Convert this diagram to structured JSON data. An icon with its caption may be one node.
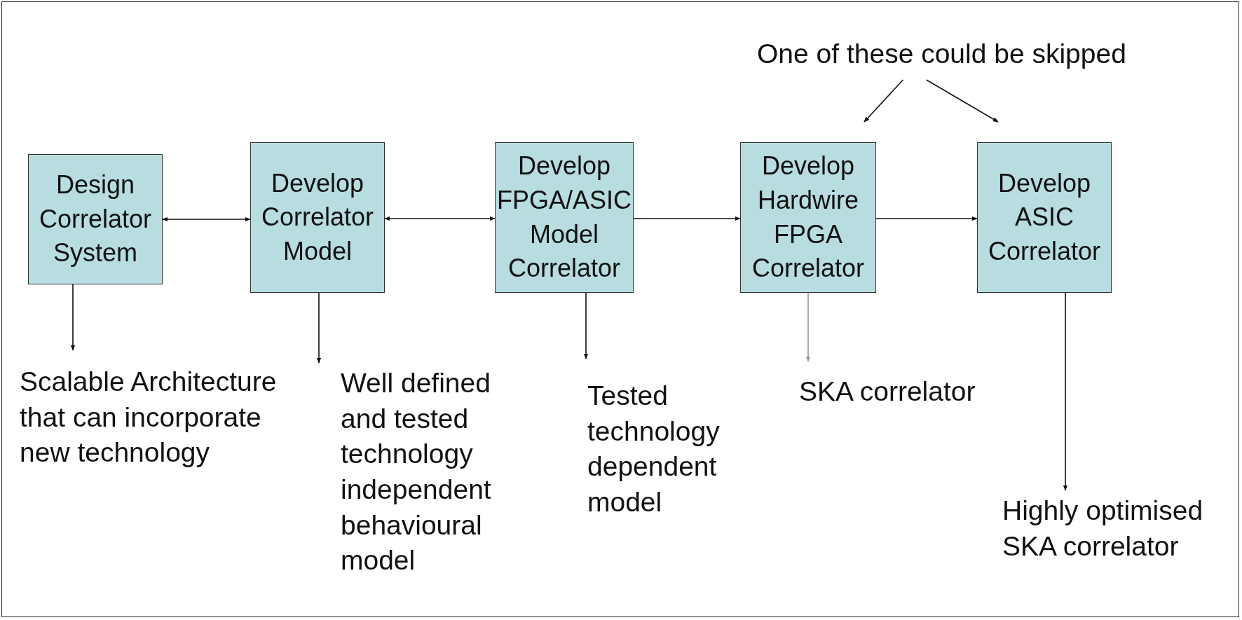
{
  "diagram": {
    "nodes": [
      {
        "text": [
          "Design Correlator System"
        ]
      },
      {
        "text": [
          "Develop Correlator Model"
        ]
      },
      {
        "text": [
          "Develop FPGA/ASIC Model Correlator"
        ]
      },
      {
        "text": [
          "Develop Hardwire FPGA Correlator"
        ]
      },
      {
        "text": [
          "Develop ASIC Correlator"
        ]
      },
      {
        "text": [
          "One of these could be skipped"
        ]
      },
      {
        "text": [
          "Scalable Architecture that can incorporate new technology"
        ]
      },
      {
        "text": [
          "Well defined and tested technology independent behavioural model"
        ]
      },
      {
        "text": [
          "Tested technology dependent model"
        ]
      },
      {
        "text": [
          "SKA correlator"
        ]
      },
      {
        "text": [
          "Highly optimised SKA correlator"
        ]
      }
    ],
    "edges": [
      {
        "from": 0,
        "to": 1,
        "arrow": "both"
      },
      {
        "from": 1,
        "to": 2,
        "arrow": "both"
      },
      {
        "from": 2,
        "to": 3,
        "arrow": "to"
      },
      {
        "from": 3,
        "to": 4,
        "arrow": "to"
      },
      {
        "from": 5,
        "to": 3,
        "arrow": "to"
      },
      {
        "from": 5,
        "to": 4,
        "arrow": "to"
      },
      {
        "from": 0,
        "to": 6,
        "arrow": "to"
      },
      {
        "from": 1,
        "to": 7,
        "arrow": "to"
      },
      {
        "from": 2,
        "to": 8,
        "arrow": "to"
      },
      {
        "from": 3,
        "to": 9,
        "arrow": "to",
        "color": "#9a9a9a"
      },
      {
        "from": 4,
        "to": 10,
        "arrow": "to"
      }
    ]
  }
}
